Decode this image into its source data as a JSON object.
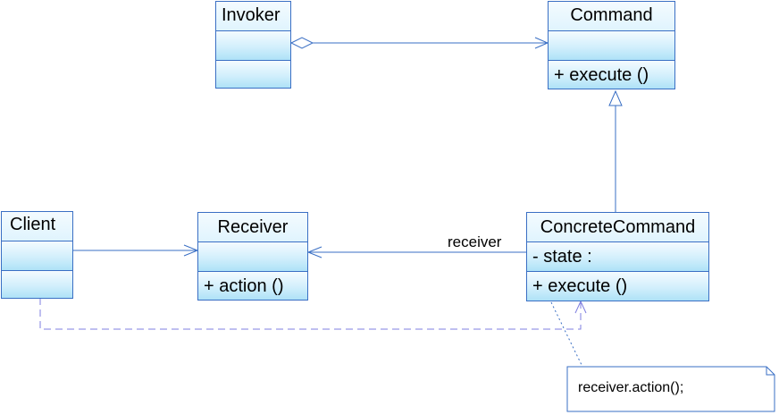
{
  "classes": {
    "invoker": {
      "name": "Invoker"
    },
    "command": {
      "name": "Command",
      "operations": [
        "+  execute ()"
      ]
    },
    "client": {
      "name": "Client"
    },
    "receiver": {
      "name": "Receiver",
      "operations": [
        "+  action ()"
      ]
    },
    "concrete_command": {
      "name": "ConcreteCommand",
      "attributes": [
        "-  state :"
      ],
      "operations": [
        "+  execute ()"
      ]
    }
  },
  "associations": {
    "receiver_role": "receiver"
  },
  "note": {
    "text": "receiver.action();"
  },
  "colors": {
    "line": "#3a6fc4",
    "dependency": "#7f7fe0"
  }
}
